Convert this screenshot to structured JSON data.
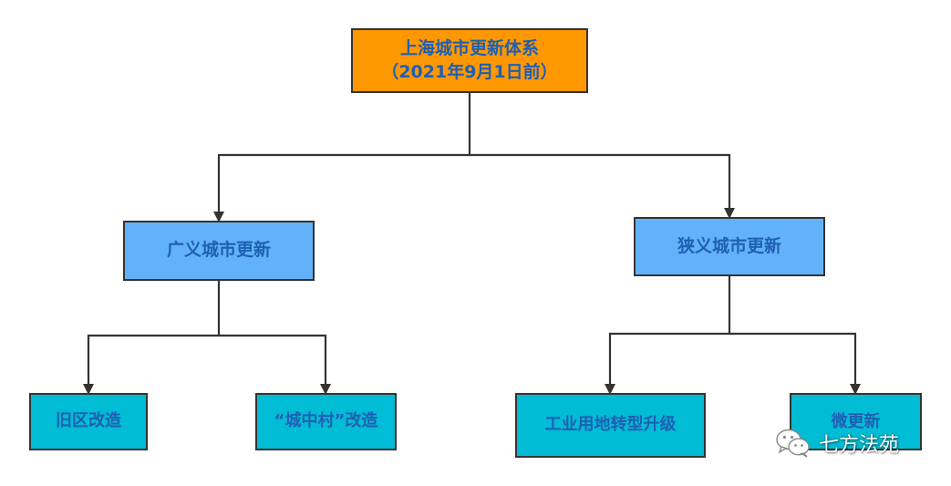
{
  "diagram": {
    "root": {
      "line1": "上海城市更新体系",
      "line2": "（2021年9月1日前）"
    },
    "branches": [
      {
        "label": "广义城市更新",
        "children": [
          "旧区改造",
          "“城中村”改造"
        ]
      },
      {
        "label": "狭义城市更新",
        "children": [
          "工业用地转型升级",
          "微更新"
        ]
      }
    ]
  },
  "watermark": {
    "text": "七方法苑",
    "icon": "wechat-icon"
  },
  "colors": {
    "root_fill": "#ff9800",
    "branch_fill": "#62b2fa",
    "leaf_fill": "#00bcd4",
    "text": "#1f5fb4",
    "line": "#333333"
  }
}
